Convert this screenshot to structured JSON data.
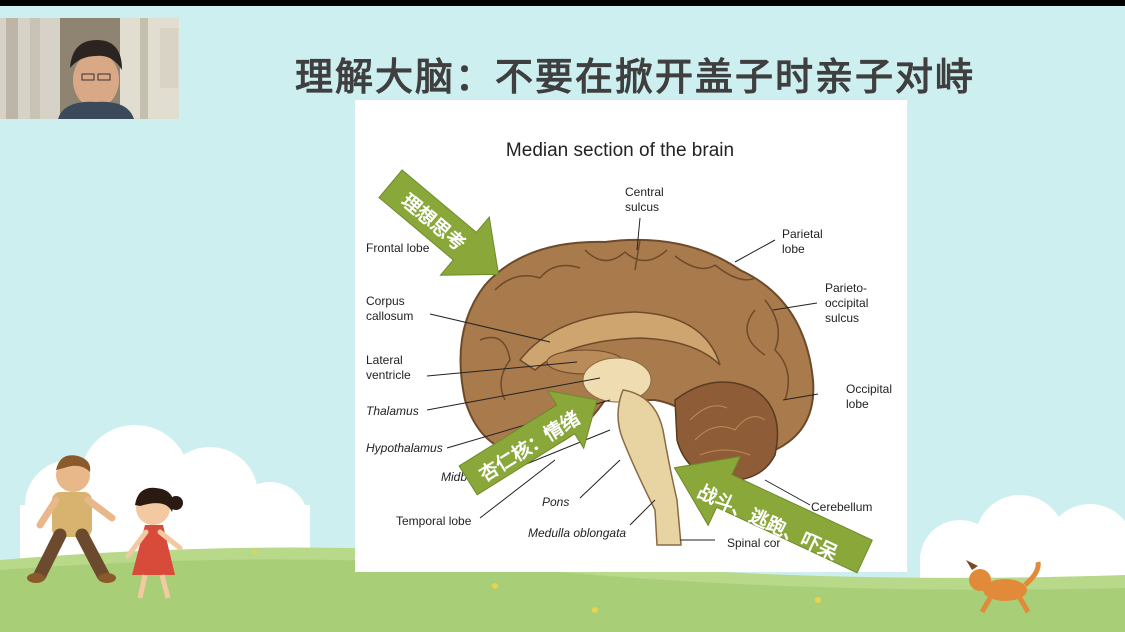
{
  "slide": {
    "title": "理解大脑：不要在掀开盖子时亲子对峙"
  },
  "webcam": {
    "type": "presenter-video-thumbnail"
  },
  "figure": {
    "title": "Median section of the brain",
    "labels": {
      "frontal_lobe": "Frontal lobe",
      "central_sulcus": [
        "Central",
        "sulcus"
      ],
      "parietal_lobe": [
        "Parietal",
        "lobe"
      ],
      "parieto_occipital_sulcus": [
        "Parieto-",
        "occipital",
        "sulcus"
      ],
      "corpus_callosum": [
        "Corpus",
        "callosum"
      ],
      "lateral_ventricle": [
        "Lateral",
        "ventricle"
      ],
      "thalamus": "Thalamus",
      "hypothalamus": "Hypothalamus",
      "midbrain": "Midb",
      "occipital_lobe": [
        "Occipital",
        "lobe"
      ],
      "pons": "Pons",
      "temporal_lobe": "Temporal lobe",
      "medulla_oblongata": "Medulla oblongata",
      "cerebellum": "Cerebellum",
      "spinal_cord": "Spinal cor"
    }
  },
  "annotations": {
    "rational": "理想思考",
    "emotion": "杏仁核：情绪",
    "survival": "战斗、逃跑、吓呆"
  },
  "colors": {
    "slide_bg": "#cdeff0",
    "arrow_green": "#8aa83a",
    "brain_brown": "#a97a4c",
    "title_text": "#3f3f3f"
  }
}
